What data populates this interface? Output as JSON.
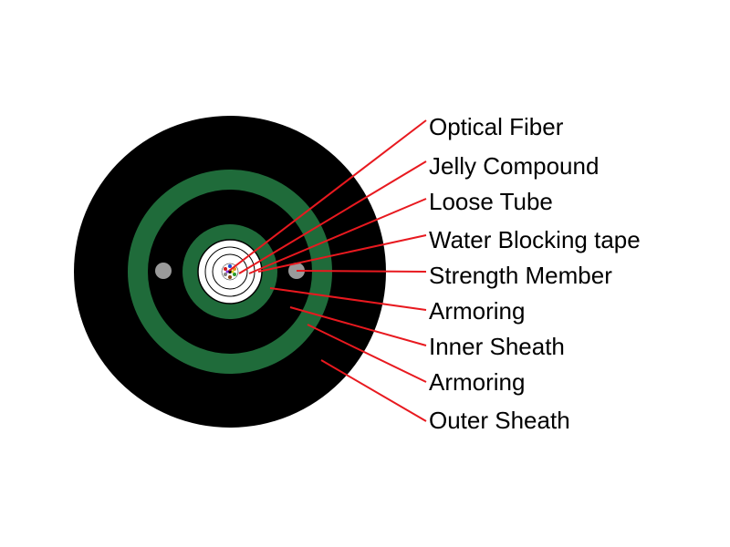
{
  "diagram": {
    "colors": {
      "outer_sheath": "#000000",
      "armoring": "#1f6b3a",
      "strength_member": "#9a9a9a",
      "loose_tube": "#ffffff",
      "leader_line": "#e8191f"
    },
    "labels": [
      {
        "id": "optical-fiber",
        "text": "Optical Fiber"
      },
      {
        "id": "jelly-compound",
        "text": "Jelly Compound"
      },
      {
        "id": "loose-tube",
        "text": "Loose Tube"
      },
      {
        "id": "water-blocking-tape",
        "text": "Water Blocking tape"
      },
      {
        "id": "strength-member",
        "text": "Strength Member"
      },
      {
        "id": "armoring-inner",
        "text": "Armoring"
      },
      {
        "id": "inner-sheath",
        "text": "Inner Sheath"
      },
      {
        "id": "armoring-outer",
        "text": "Armoring"
      },
      {
        "id": "outer-sheath",
        "text": "Outer Sheath"
      }
    ]
  }
}
